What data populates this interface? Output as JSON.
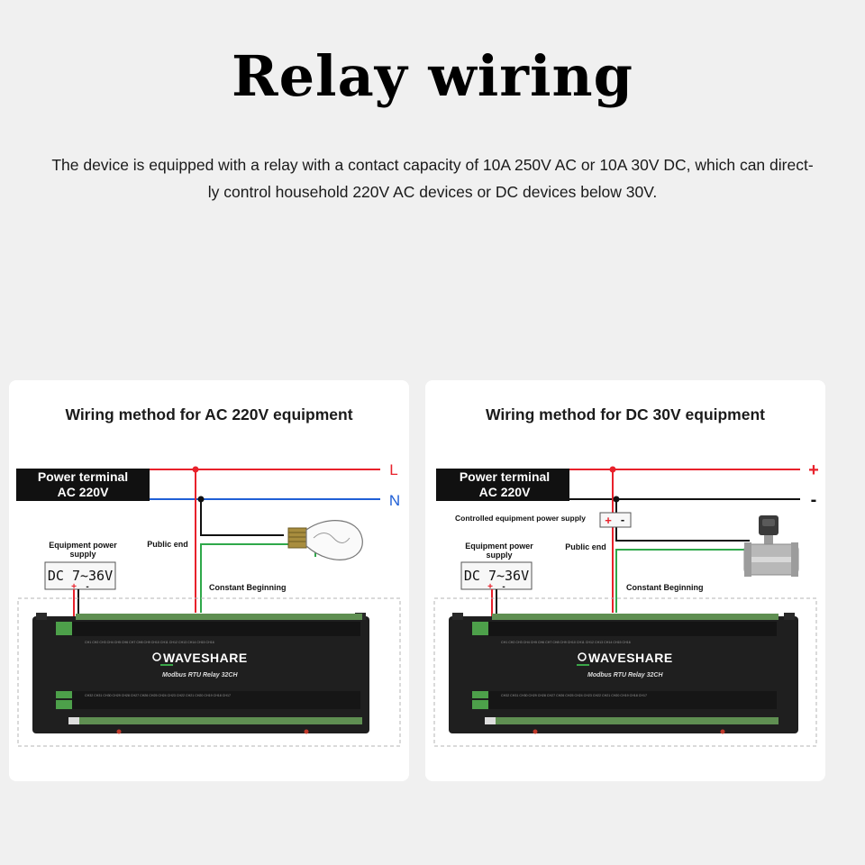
{
  "page": {
    "title": "Relay wiring",
    "description_line1": "The device is equipped with a relay with a contact capacity of 10A 250V AC or 10A 30V DC, which can direct-",
    "description_line2": "ly control household 220V AC devices or DC devices below 30V."
  },
  "colors": {
    "live_wire": "#e8212b",
    "neutral_wire": "#1f5fd6",
    "ground_wire": "#111111",
    "load_wire": "#2fa84a",
    "relay_body": "#1f1f1f"
  },
  "diagrams": [
    {
      "title": "Wiring method for AC 220V equipment",
      "power_terminal_line1": "Power terminal",
      "power_terminal_line2": "AC 220V",
      "top_line_label": "L",
      "bottom_line_label": "N",
      "supply_label_line1": "Equipment power",
      "supply_label_line2": "supply",
      "supply_display": "DC 7~36V",
      "plus_sign": "+",
      "minus_sign": "-",
      "public_end_label": "Public end",
      "constant_label": "Constant Beginning",
      "load_icon": "light-bulb-icon",
      "brand": "WAVESHARE",
      "model": "Modbus RTU Relay 32CH"
    },
    {
      "title": "Wiring method for DC 30V equipment",
      "power_terminal_line1": "Power terminal",
      "power_terminal_line2": "AC 220V",
      "top_line_label": "+",
      "bottom_line_label": "-",
      "controlled_supply_label": "Controlled equipment power supply",
      "supply_label_line1": "Equipment power",
      "supply_label_line2": "supply",
      "supply_display": "DC 7~36V",
      "plus_sign": "+",
      "minus_sign": "-",
      "public_end_label": "Public end",
      "constant_label": "Constant Beginning",
      "load_icon": "solenoid-valve-icon",
      "brand": "WAVESHARE",
      "model": "Modbus RTU Relay 32CH"
    }
  ]
}
